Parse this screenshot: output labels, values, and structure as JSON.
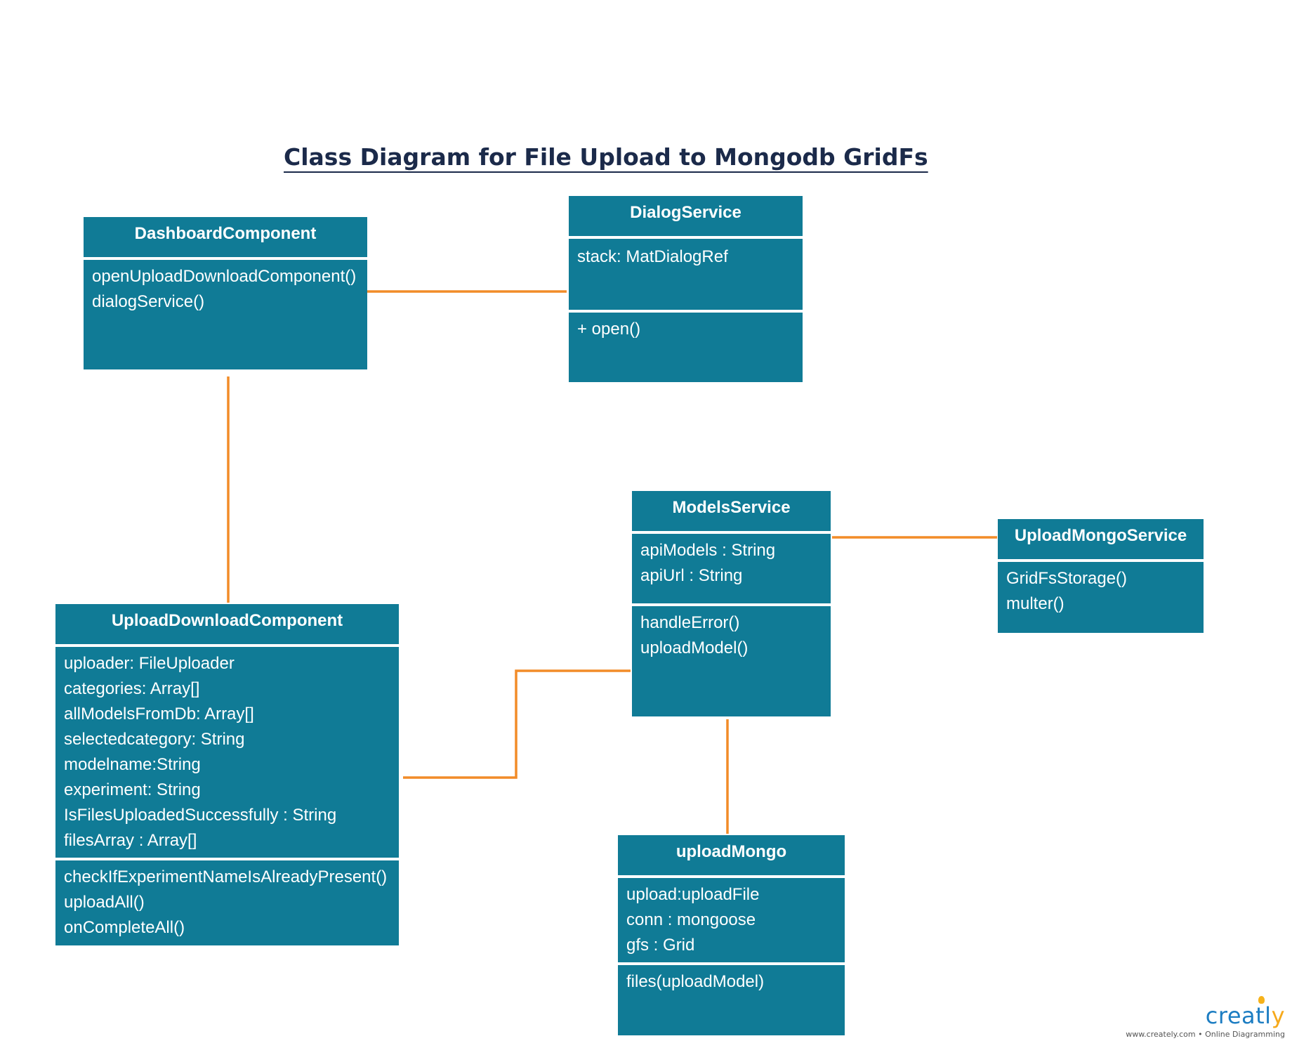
{
  "title": "Class Diagram for File Upload to Mongodb GridFs",
  "classes": {
    "dashboard": {
      "name": "DashboardComponent",
      "methods": [
        "openUploadDownloadComponent()",
        "dialogService()"
      ]
    },
    "dialog": {
      "name": "DialogService",
      "attributes": [
        "stack: MatDialogRef"
      ],
      "methods": [
        "+ open()"
      ]
    },
    "models": {
      "name": "ModelsService",
      "attributes": [
        "apiModels : String",
        "apiUrl : String"
      ],
      "methods": [
        "handleError()",
        "uploadModel()"
      ]
    },
    "uploadMongoService": {
      "name": "UploadMongoService",
      "methods": [
        "GridFsStorage()",
        "multer()"
      ]
    },
    "uploadDownload": {
      "name": "UploadDownloadComponent",
      "attributes": [
        "uploader: FileUploader",
        "categories: Array[]",
        "allModelsFromDb: Array[]",
        "selectedcategory: String",
        "modelname:String",
        "experiment: String",
        "IsFilesUploadedSuccessfully : String",
        "filesArray : Array[]"
      ],
      "methods": [
        "checkIfExperimentNameIsAlreadyPresent()",
        "uploadAll()",
        "onCompleteAll()"
      ]
    },
    "uploadMongo": {
      "name": "uploadMongo",
      "attributes": [
        "upload:uploadFile",
        "conn : mongoose",
        "gfs : Grid"
      ],
      "methods": [
        "files(uploadModel)"
      ]
    }
  },
  "colors": {
    "class_fill": "#107b96",
    "connector": "#f28c28",
    "title": "#1b2a4a"
  },
  "watermark": {
    "brand_main": "creatl",
    "brand_tail": "y",
    "tagline": "www.creately.com • Online Diagramming"
  }
}
